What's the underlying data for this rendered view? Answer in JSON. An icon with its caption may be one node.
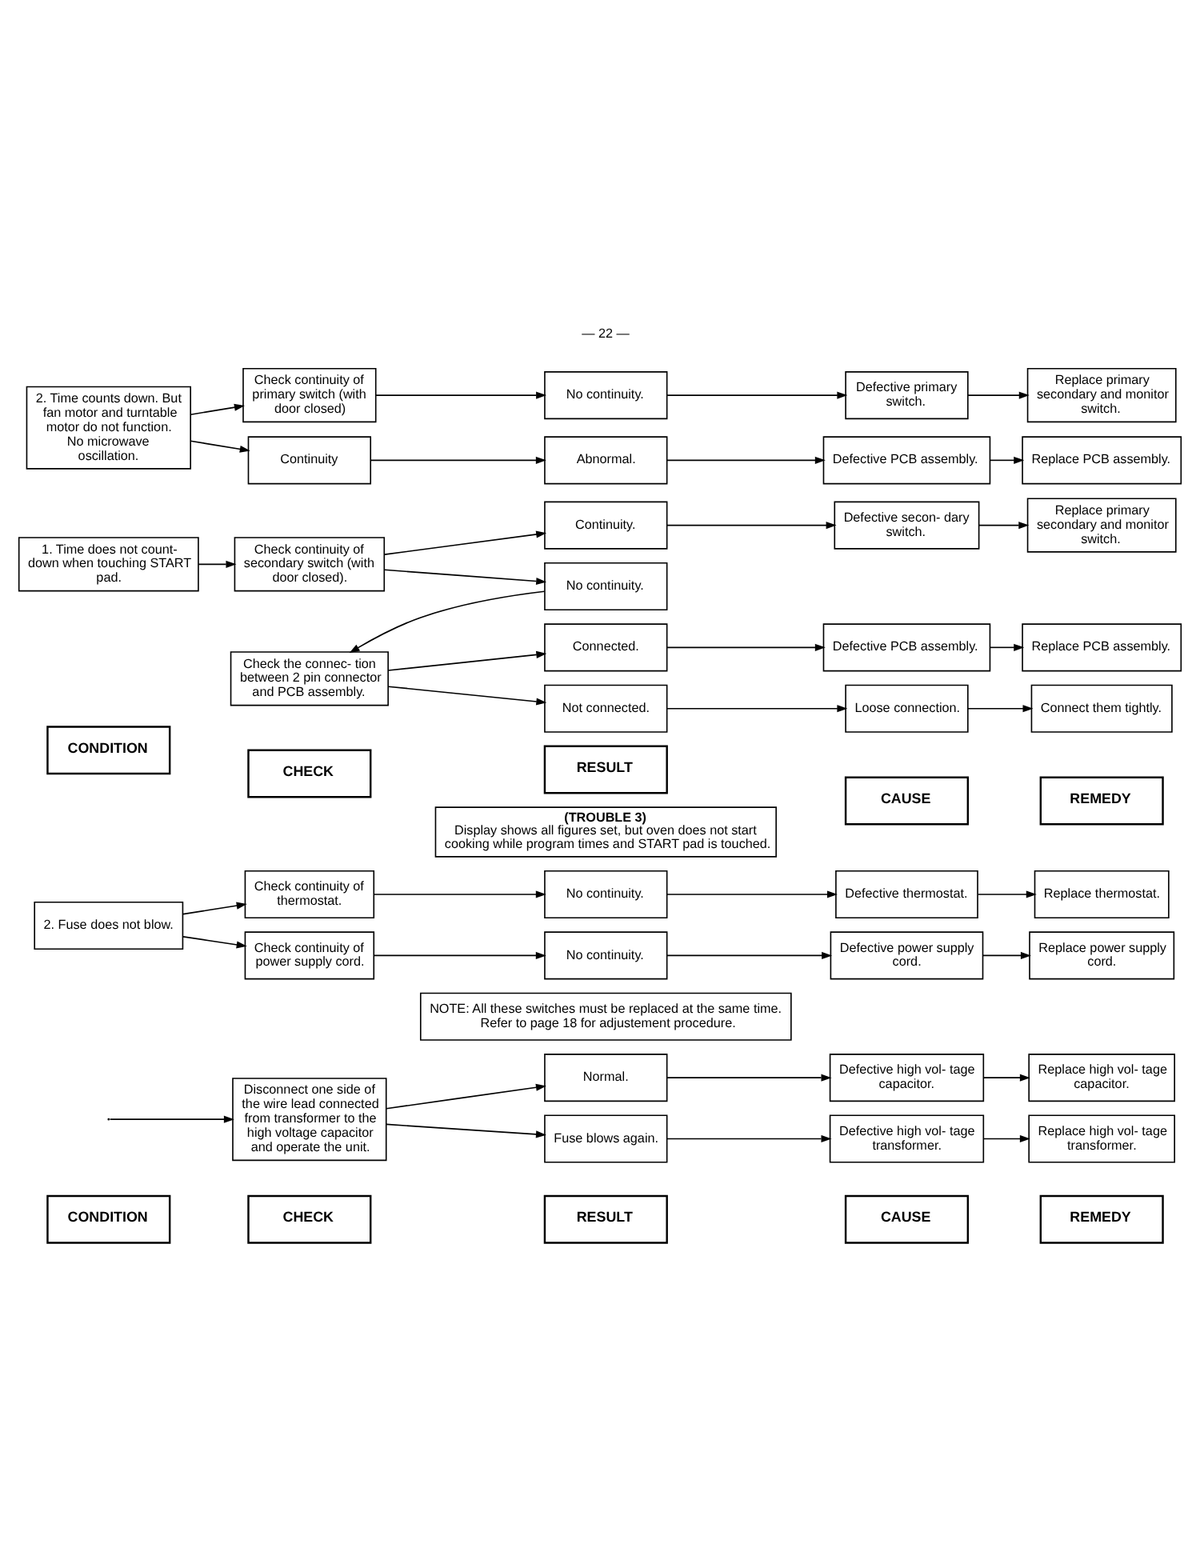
{
  "diagram": {
    "nodes": [
      {
        "text": [
          "CONDITION"
        ]
      },
      {
        "text": [
          "CHECK"
        ]
      },
      {
        "text": [
          "RESULT"
        ]
      },
      {
        "text": [
          "CAUSE"
        ]
      },
      {
        "text": [
          "REMEDY"
        ]
      },
      {
        "text": [
          "Disconnect one side of the wire lead connected from transformer to the high voltage capacitor and operate the unit."
        ]
      },
      {
        "text": [
          "Normal."
        ]
      },
      {
        "text": [
          "Defective high vol- tage capacitor."
        ]
      },
      {
        "text": [
          "Replace high vol- tage capacitor."
        ]
      },
      {
        "text": [
          "Fuse blows again."
        ]
      },
      {
        "text": [
          "Defective high vol- tage transformer."
        ]
      },
      {
        "text": [
          "Replace high vol- tage transformer."
        ]
      },
      {
        "text": [
          "NOTE: All these switches must be replaced at the same time. Refer to page 18 for adjustement procedure."
        ]
      },
      {
        "text": [
          "2. Fuse does not blow."
        ]
      },
      {
        "text": [
          "Check continuity of thermostat."
        ]
      },
      {
        "text": [
          "No continuity."
        ]
      },
      {
        "text": [
          "Defective thermostat."
        ]
      },
      {
        "text": [
          "Replace thermostat."
        ]
      },
      {
        "text": [
          "Check continuity of power supply cord."
        ]
      },
      {
        "text": [
          "No continuity."
        ]
      },
      {
        "text": [
          "Defective power supply cord."
        ]
      },
      {
        "text": [
          "Replace power supply cord."
        ]
      },
      {
        "text": [
          "(TROUBLE 3)",
          "Display shows all figures set, but oven does not start cooking while program times and START pad is touched."
        ]
      },
      {
        "text": [
          "CONDITION"
        ]
      },
      {
        "text": [
          "CHECK"
        ]
      },
      {
        "text": [
          "RESULT"
        ]
      },
      {
        "text": [
          "CAUSE"
        ]
      },
      {
        "text": [
          "REMEDY"
        ]
      },
      {
        "text": [
          "1. Time does not count-down when touching START pad."
        ]
      },
      {
        "text": [
          "Check continuity of secondary switch (with door closed)."
        ]
      },
      {
        "text": [
          "Continuity."
        ]
      },
      {
        "text": [
          "Defective secon- dary switch."
        ]
      },
      {
        "text": [
          "Replace primary secondary and monitor switch."
        ]
      },
      {
        "text": [
          "No continuity."
        ]
      },
      {
        "text": [
          "Check the connec- tion between 2 pin connector and PCB assembly."
        ]
      },
      {
        "text": [
          "Connected."
        ]
      },
      {
        "text": [
          "Defective PCB assembly."
        ]
      },
      {
        "text": [
          "Replace PCB assembly."
        ]
      },
      {
        "text": [
          "Not connected."
        ]
      },
      {
        "text": [
          "Loose connection."
        ]
      },
      {
        "text": [
          "Connect them tightly."
        ]
      },
      {
        "text": [
          "2. Time counts down. But fan motor and turntable motor do not function. No microwave oscillation."
        ]
      },
      {
        "text": [
          "Check continuity of primary switch (with door closed)"
        ]
      },
      {
        "text": [
          "No continuity."
        ]
      },
      {
        "text": [
          "Defective primary switch."
        ]
      },
      {
        "text": [
          "Replace primary secondary and monitor switch."
        ]
      },
      {
        "text": [
          "Continuity"
        ]
      },
      {
        "text": [
          "Abnormal."
        ]
      },
      {
        "text": [
          "Defective PCB assembly."
        ]
      },
      {
        "text": [
          "Replace PCB assembly."
        ]
      }
    ],
    "edges": [
      {
        "from": null,
        "to": 5,
        "arrow": "to"
      },
      {
        "from": 5,
        "to": 6,
        "arrow": "to"
      },
      {
        "from": 5,
        "to": 9,
        "arrow": "to"
      },
      {
        "from": 6,
        "to": 7,
        "arrow": "to"
      },
      {
        "from": 7,
        "to": 8,
        "arrow": "to"
      },
      {
        "from": 9,
        "to": 10,
        "arrow": "to"
      },
      {
        "from": 10,
        "to": 11,
        "arrow": "to"
      },
      {
        "from": 13,
        "to": 14,
        "arrow": "to"
      },
      {
        "from": 13,
        "to": 18,
        "arrow": "to"
      },
      {
        "from": 14,
        "to": 15,
        "arrow": "to"
      },
      {
        "from": 15,
        "to": 16,
        "arrow": "to"
      },
      {
        "from": 16,
        "to": 17,
        "arrow": "to"
      },
      {
        "from": 18,
        "to": 19,
        "arrow": "to"
      },
      {
        "from": 19,
        "to": 20,
        "arrow": "to"
      },
      {
        "from": 20,
        "to": 21,
        "arrow": "to"
      },
      {
        "from": 28,
        "to": 29,
        "arrow": "to"
      },
      {
        "from": 29,
        "to": 30,
        "arrow": "to"
      },
      {
        "from": 29,
        "to": 33,
        "arrow": "to"
      },
      {
        "from": 30,
        "to": 31,
        "arrow": "to"
      },
      {
        "from": 31,
        "to": 32,
        "arrow": "to"
      },
      {
        "from": 33,
        "to": 34,
        "arrow": "to"
      },
      {
        "from": 34,
        "to": 35,
        "arrow": "to"
      },
      {
        "from": 34,
        "to": 38,
        "arrow": "to"
      },
      {
        "from": 35,
        "to": 36,
        "arrow": "to"
      },
      {
        "from": 36,
        "to": 37,
        "arrow": "to"
      },
      {
        "from": 38,
        "to": 39,
        "arrow": "to"
      },
      {
        "from": 39,
        "to": 40,
        "arrow": "to"
      },
      {
        "from": 41,
        "to": 42,
        "arrow": "to"
      },
      {
        "from": 41,
        "to": 46,
        "arrow": "to"
      },
      {
        "from": 42,
        "to": 43,
        "arrow": "to"
      },
      {
        "from": 43,
        "to": 44,
        "arrow": "to"
      },
      {
        "from": 44,
        "to": 45,
        "arrow": "to"
      },
      {
        "from": 46,
        "to": 47,
        "arrow": "to"
      },
      {
        "from": 47,
        "to": 48,
        "arrow": "to"
      },
      {
        "from": 48,
        "to": 49,
        "arrow": "to"
      }
    ],
    "labels": [
      "— 22 —"
    ]
  }
}
